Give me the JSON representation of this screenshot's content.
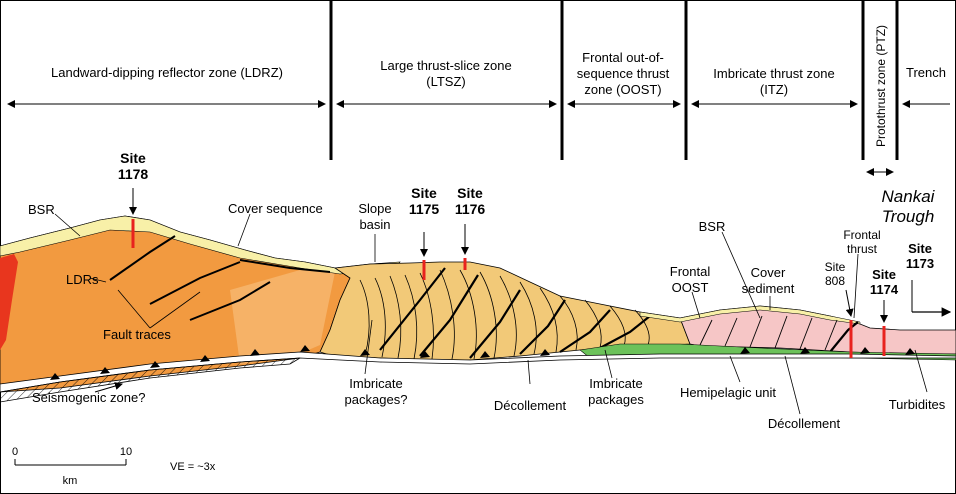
{
  "zones": [
    {
      "label": "Landward-dipping reflector zone (LDRZ)"
    },
    {
      "label_l1": "Large thrust-slice zone",
      "label_l2": "(LTSZ)"
    },
    {
      "label_l1": "Frontal out-of-",
      "label_l2": "sequence thrust",
      "label_l3": "zone (OOST)"
    },
    {
      "label_l1": "Imbricate thrust zone",
      "label_l2": "(ITZ)"
    },
    {
      "label": "Protothrust zone (PTZ)"
    },
    {
      "label": "Trench"
    }
  ],
  "sites": {
    "s1178": {
      "l1": "Site",
      "l2": "1178"
    },
    "s1175": {
      "l1": "Site",
      "l2": "1175"
    },
    "s1176": {
      "l1": "Site",
      "l2": "1176"
    },
    "s808": {
      "l1": "Site",
      "l2": "808"
    },
    "s1174": {
      "l1": "Site",
      "l2": "1174"
    },
    "s1173": {
      "l1": "Site",
      "l2": "1173"
    }
  },
  "labels": {
    "bsr_left": "BSR",
    "cover_sequence": "Cover sequence",
    "ldrs": "LDRs",
    "fault_traces": "Fault traces",
    "slope_basin_l1": "Slope",
    "slope_basin_l2": "basin",
    "bsr_right": "BSR",
    "frontal_oost_l1": "Frontal",
    "frontal_oost_l2": "OOST",
    "cover_sediment_l1": "Cover",
    "cover_sediment_l2": "sediment",
    "frontal_thrust_l1": "Frontal",
    "frontal_thrust_l2": "thrust",
    "nankai_l1": "Nankai",
    "nankai_l2": "Trough",
    "seismogenic": "Seismogenic zone?",
    "imbricate_q_l1": "Imbricate",
    "imbricate_q_l2": "packages?",
    "decollement_1": "Décollement",
    "imbricate_l1": "Imbricate",
    "imbricate_l2": "packages",
    "hemipelagic": "Hemipelagic unit",
    "decollement_2": "Décollement",
    "turbidites": "Turbidites"
  },
  "scale": {
    "zero": "0",
    "ten": "10",
    "unit": "km",
    "ve": "VE = ~3x"
  },
  "colors": {
    "orange": "#f29a40",
    "light_orange": "#f5b468",
    "tan": "#f2c978",
    "yellow": "#f8f0a8",
    "red": "#e8361e",
    "pink": "#f6c6c6",
    "green": "#6cc25a",
    "site_red": "#e8221e"
  }
}
